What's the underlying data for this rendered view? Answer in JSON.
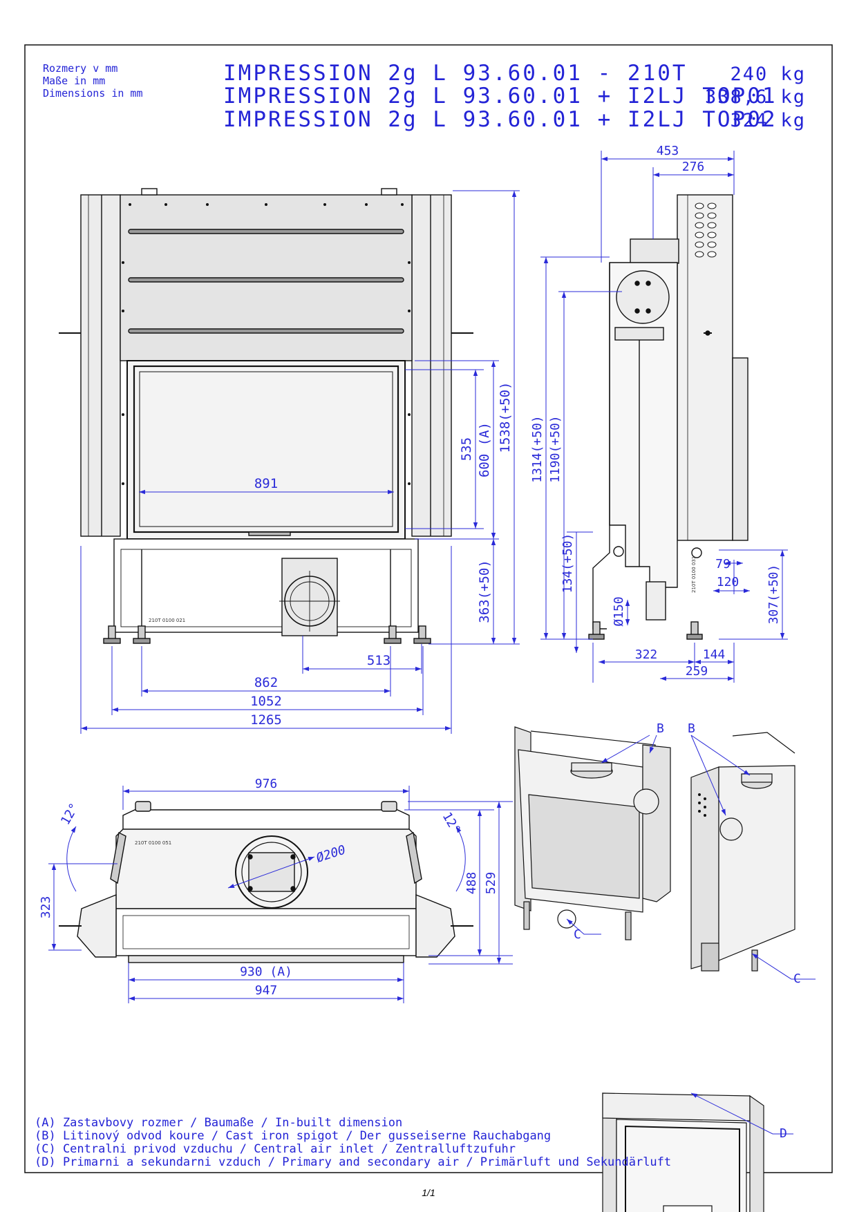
{
  "header": {
    "units": [
      "Rozmery v mm",
      "Maße in mm",
      "Dimensions in mm"
    ],
    "models": [
      {
        "name": "IMPRESSION 2g L 93.60.01 - 210T",
        "weight": "240 kg"
      },
      {
        "name": "IMPRESSION 2g L 93.60.01 + I2LJ TOP01",
        "weight": "338,6 kg"
      },
      {
        "name": "IMPRESSION 2g L 93.60.01 + I2LJ TOP02",
        "weight": "324 kg"
      }
    ]
  },
  "front_view": {
    "dims": {
      "glass_width": "891",
      "glass_height": "535",
      "opening_height": "600 (A)",
      "total_height": "1538(+50)",
      "base_height": "363(+50)",
      "center_offset": "513",
      "feet_inner": "862",
      "feet_outer": "1052",
      "total_width": "1265"
    },
    "plate_text": "210T 0100 021"
  },
  "side_view": {
    "dims": {
      "depth_total": "453",
      "depth_top": "276",
      "height_1314": "1314(+50)",
      "height_1190": "1190(+50)",
      "height_134": "134(+50)",
      "air_inlet_diameter": "Ø150",
      "dim_79": "79",
      "dim_120": "120",
      "dim_307": "307(+50)",
      "dim_322": "322",
      "dim_144": "144",
      "dim_259": "259"
    },
    "plate_text": "210T 0100 031"
  },
  "top_view": {
    "dims": {
      "width_976": "976",
      "flue_diameter": "Ø200",
      "angle_left": "12°",
      "angle_right": "12°",
      "depth_323": "323",
      "depth_488": "488",
      "depth_529": "529",
      "width_930": "930 (A)",
      "width_947": "947"
    },
    "plate_text": "210T 0100 051"
  },
  "callouts": {
    "b1": "B",
    "b2": "B",
    "c1": "C",
    "c2": "C",
    "d": "D"
  },
  "legend": [
    "(A)   Zastavbovy rozmer / Baumaße / In-built dimension",
    "(B)   Litinový odvod koure / Cast iron spigot / Der gusseiserne Rauchabgang",
    "(C)   Centralni privod vzduchu / Central air inlet / Zentralluftzufuhr",
    "(D)   Primarni a sekundarni vzduch / Primary and secondary air / Primärluft und Sekundärluft"
  ],
  "page_number": "1/1",
  "colors": {
    "dimension": "#2a2ad8",
    "outline": "#111111",
    "panel": "#e6e6e6"
  }
}
